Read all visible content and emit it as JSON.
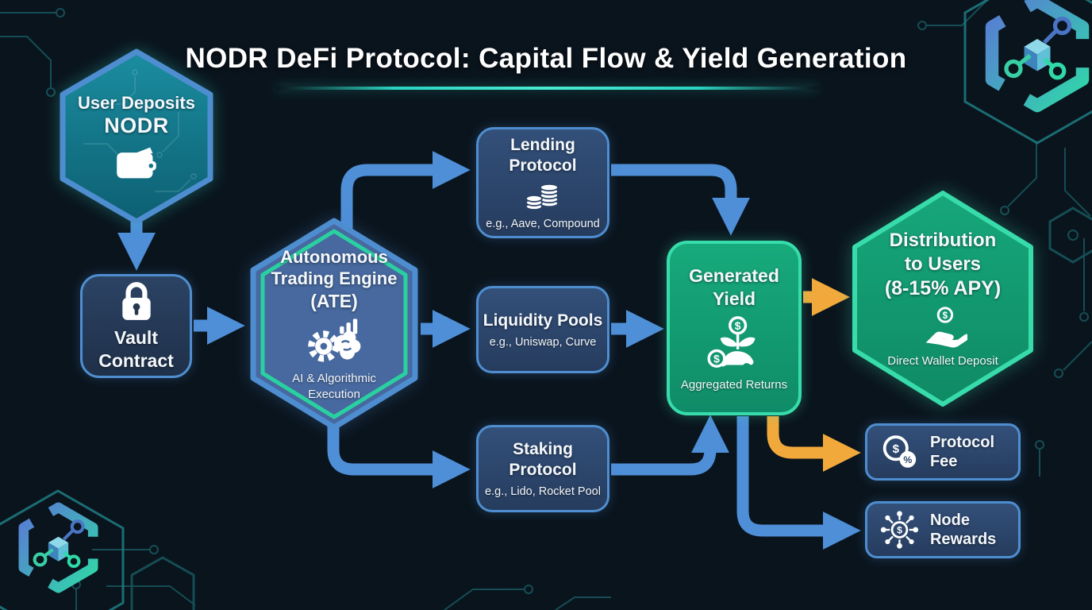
{
  "title": "NODR DeFi Protocol: Capital Flow & Yield Generation",
  "nodes": {
    "user_deposits": {
      "title": "User Deposits",
      "token": "NODR",
      "icon": "wallet-icon"
    },
    "vault": {
      "title": "Vault Contract",
      "icon": "lock-icon"
    },
    "ate": {
      "title": "Autonomous Trading Engine",
      "abbr": "(ATE)",
      "subtitle": "AI & Algorithmic Execution",
      "icon": "ai-gear-brain-icon"
    },
    "lending": {
      "title": "Lending Protocol",
      "examples": "e.g., Aave, Compound",
      "icon": "coin-stack-icon"
    },
    "liquidity": {
      "title": "Liquidity Pools",
      "examples": "e.g., Uniswap, Curve"
    },
    "staking": {
      "title": "Staking Protocol",
      "examples": "e.g., Lido, Rocket Pool"
    },
    "generated_yield": {
      "title": "Generated Yield",
      "subtitle": "Aggregated Returns",
      "icon": "money-plant-icon"
    },
    "distribution": {
      "title": "Distribution to Users",
      "apy": "(8-15% APY)",
      "subtitle": "Direct Wallet Deposit",
      "icon": "hand-coin-icon"
    },
    "protocol_fee": {
      "title": "Protocol Fee",
      "icon": "coin-percent-icon"
    },
    "node_rewards": {
      "title": "Node Rewards",
      "icon": "node-network-icon"
    }
  },
  "decor": {
    "logo": "nodr-hexagon-logo"
  },
  "colors": {
    "background": "#0a141d",
    "arrow_blue": "#4e8fd8",
    "arrow_orange": "#f2a93b",
    "box_fill": "#2d4568",
    "box_border": "#4e8ed0",
    "teal_fill": "#137585",
    "ate_fill": "#47699f",
    "ate_border_inner": "#2ad1a0",
    "green_fill": "#149e71",
    "green_border": "#38dcab",
    "circuit": "#1f7d82"
  }
}
